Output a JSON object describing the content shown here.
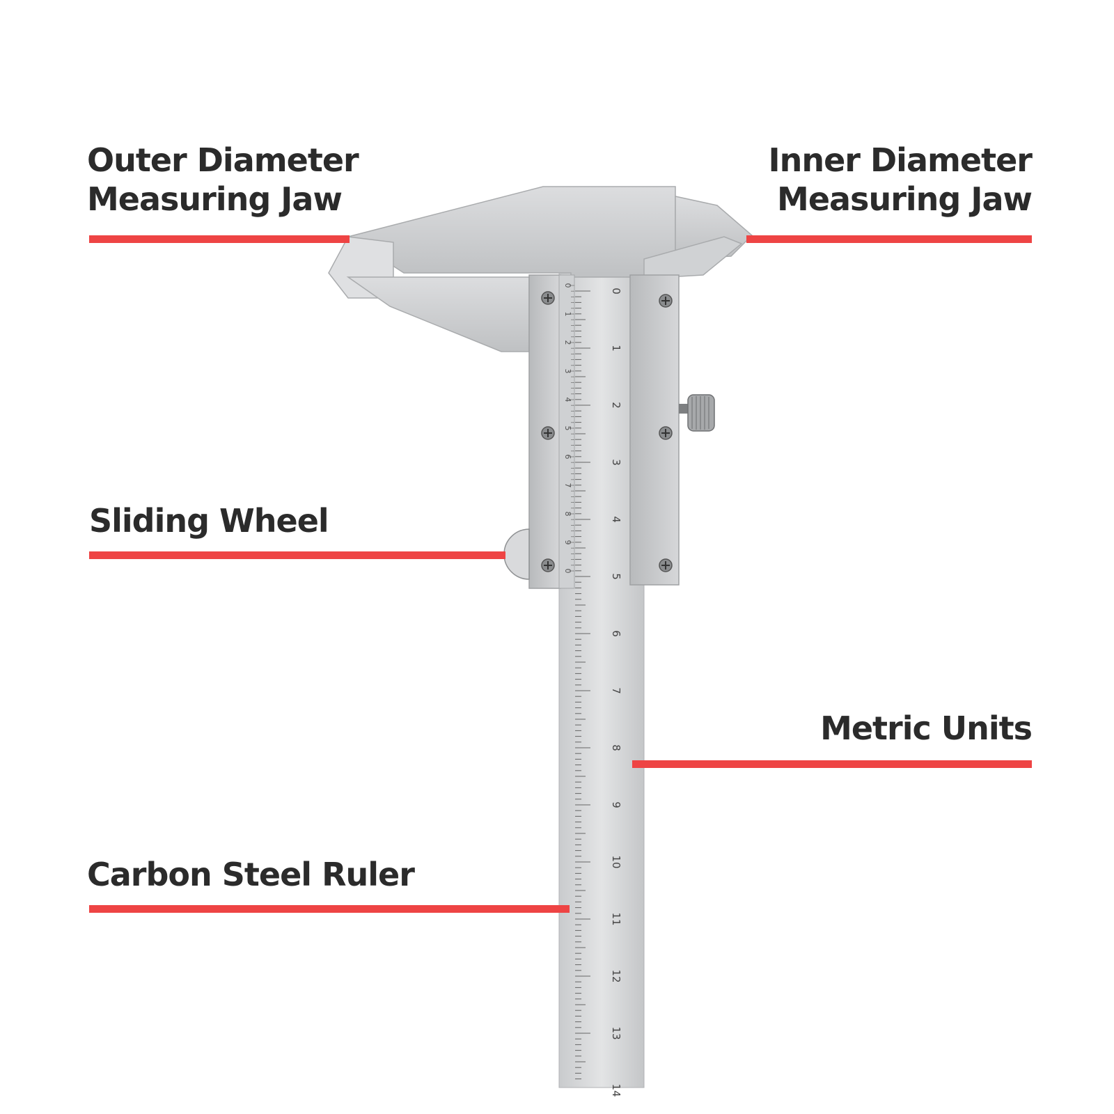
{
  "labels": {
    "outer_jaw": [
      "Outer Diameter",
      "Measuring Jaw"
    ],
    "inner_jaw": [
      "Inner Diameter",
      "Measuring Jaw"
    ],
    "sliding_wheel": "Sliding Wheel",
    "metric_units": "Metric Units",
    "carbon_ruler": "Carbon Steel Ruler"
  },
  "main_scale": {
    "numbers": [
      "0",
      "1",
      "2",
      "3",
      "4",
      "5",
      "6",
      "7",
      "8",
      "9",
      "10",
      "11",
      "12",
      "13",
      "14"
    ]
  },
  "vernier_scale": {
    "numbers": [
      "0",
      "1",
      "2",
      "3",
      "4",
      "5",
      "6",
      "7",
      "8",
      "9",
      "0"
    ]
  },
  "colors": {
    "leader": "#ee4444",
    "text": "#2b2b2b",
    "steel": "#d4d6d8"
  }
}
